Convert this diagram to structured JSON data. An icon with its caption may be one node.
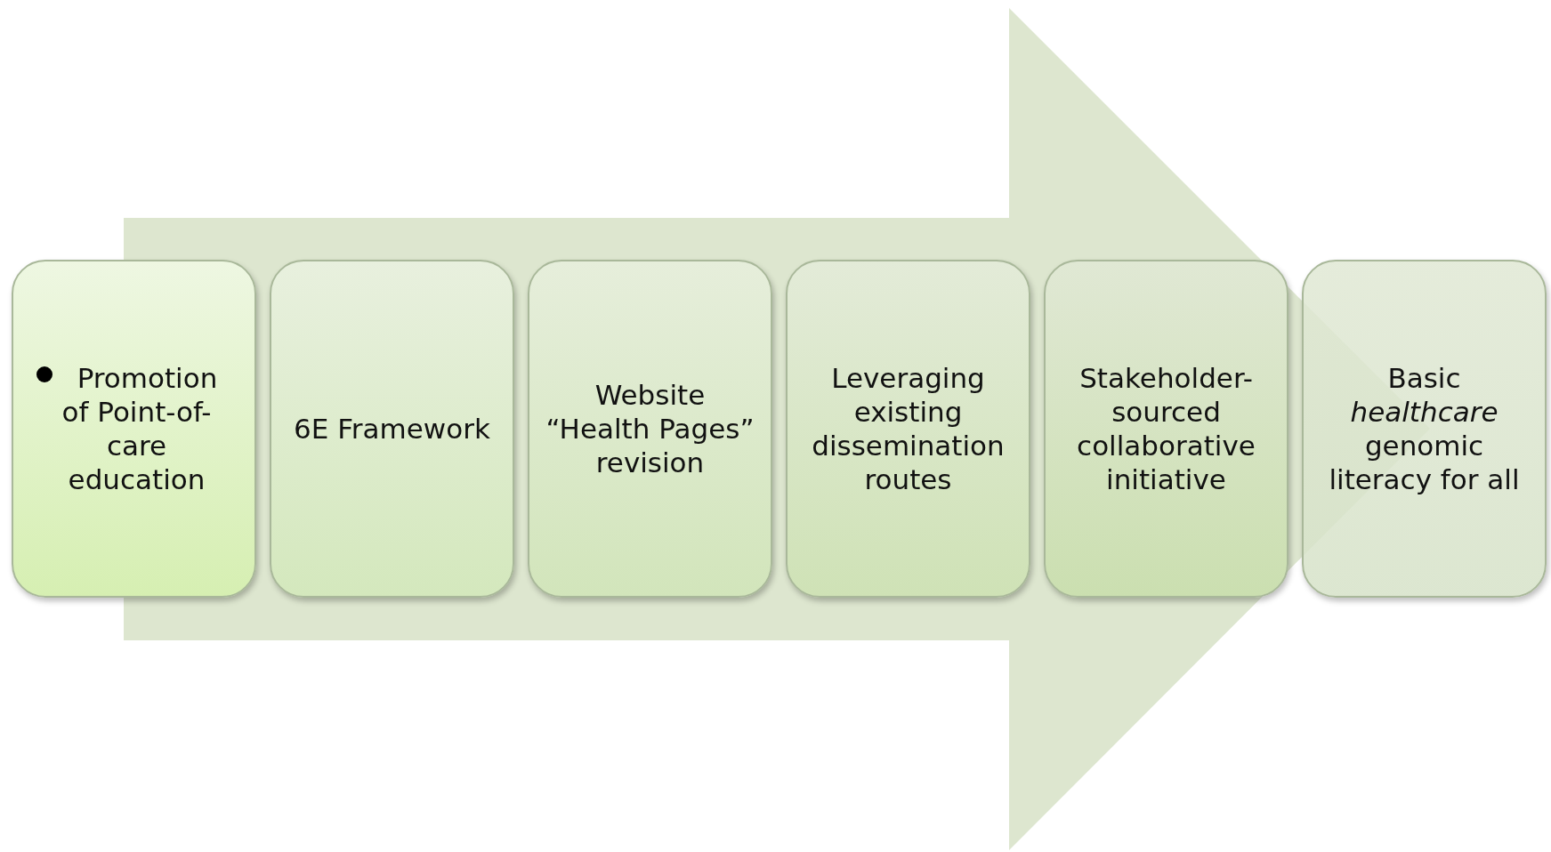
{
  "diagram": {
    "nodes": [
      {
        "text": [
          "Promotion of Point-of-care education"
        ]
      },
      {
        "text": [
          "6E Framework"
        ]
      },
      {
        "text": [
          "Website “Health Pages” revision"
        ]
      },
      {
        "text": [
          "Leveraging existing dissemination routes"
        ]
      },
      {
        "text": [
          "Stakeholder-sourced collaborative initiative"
        ]
      },
      {
        "text": [
          "Basic *healthcare* genomic literacy for all"
        ]
      }
    ],
    "edges": [
      {
        "from": 0,
        "to": 5,
        "arrow": "to"
      }
    ]
  }
}
